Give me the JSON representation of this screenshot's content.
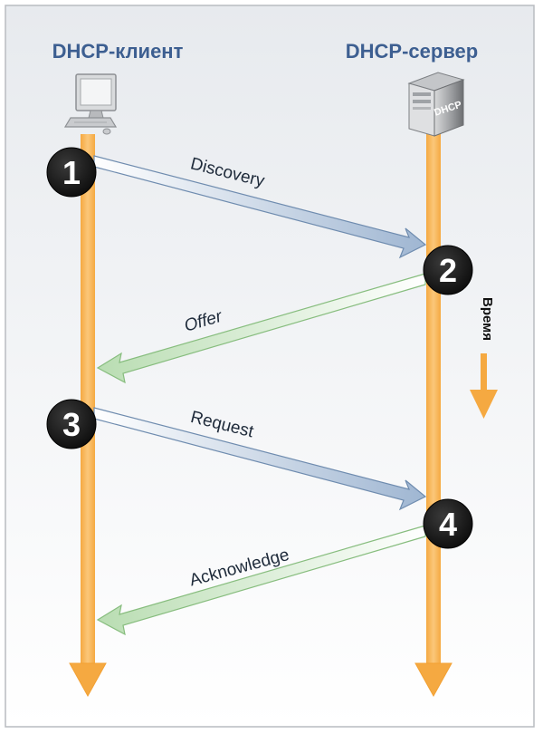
{
  "client": {
    "title": "DHCP-клиент",
    "icon": "desktop-computer-icon"
  },
  "server": {
    "title": "DHCP-сервер",
    "icon": "server-tower-icon",
    "icon_label": "DHCP"
  },
  "time_label": "Время",
  "messages": [
    {
      "step": "1",
      "label": "Discovery",
      "direction": "client-to-server"
    },
    {
      "step": "2",
      "label": "Offer",
      "direction": "server-to-client"
    },
    {
      "step": "3",
      "label": "Request",
      "direction": "client-to-server"
    },
    {
      "step": "4",
      "label": "Acknowledge",
      "direction": "server-to-client"
    }
  ],
  "colors": {
    "title": "#3d5f91",
    "timeline": "#f7b85a",
    "request_arrow": "#a9bfd8",
    "reply_arrow": "#bfe0b8",
    "step_circle": "#151515",
    "background_top": "#e9ecf0",
    "background_bottom": "#ffffff"
  }
}
